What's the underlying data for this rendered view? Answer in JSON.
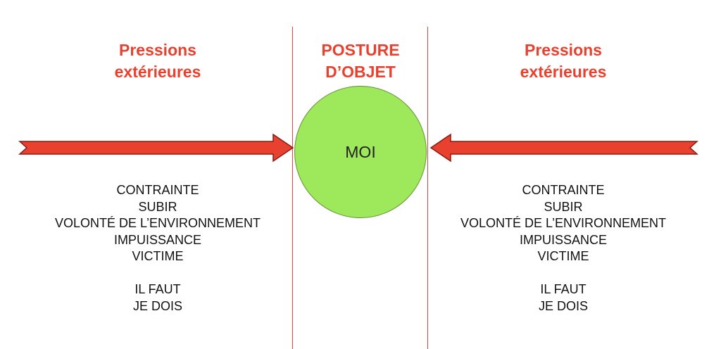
{
  "colors": {
    "accent": "#e8412f",
    "arrow_fill": "#e8412f",
    "arrow_stroke": "#8a1a10",
    "circle_fill": "#9ee85b",
    "line": "#e0443a",
    "text": "#111111"
  },
  "left_title": {
    "line1": "Pressions",
    "line2": "extérieures"
  },
  "center_title": {
    "line1": "POSTURE",
    "line2": "D’OBJET"
  },
  "right_title": {
    "line1": "Pressions",
    "line2": "extérieures"
  },
  "circle_label": "MOI",
  "left_words": {
    "items": [
      "CONTRAINTE",
      "SUBIR",
      "VOLONTÉ DE L’ENVIRONNEMENT",
      "IMPUISSANCE",
      "VICTIME"
    ],
    "extra": [
      "IL FAUT",
      "JE DOIS"
    ]
  },
  "right_words": {
    "items": [
      "CONTRAINTE",
      "SUBIR",
      "VOLONTÉ DE L’ENVIRONNEMENT",
      "IMPUISSANCE",
      "VICTIME"
    ],
    "extra": [
      "IL FAUT",
      "JE DOIS"
    ]
  }
}
